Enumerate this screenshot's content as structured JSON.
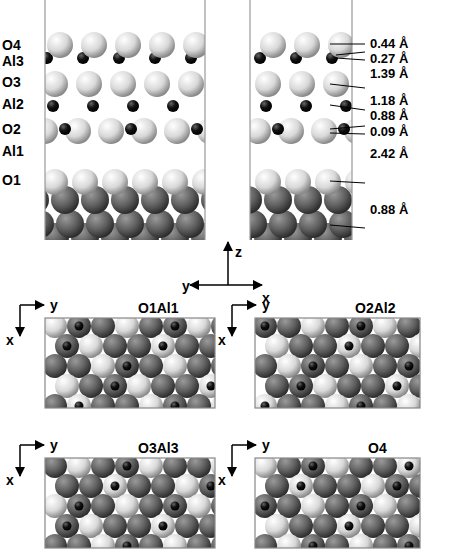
{
  "diagram": {
    "labels": [
      "O4",
      "Al3",
      "O3",
      "Al2",
      "O2",
      "Al1",
      "O1",
      "0.44 Å",
      "0.27 Å",
      "1.39 Å",
      "1.18 Å",
      "0.88 Å",
      "0.09 Å",
      "2.42 Å",
      "0.88 Å",
      "z",
      "y",
      "x",
      "O1Al1",
      "y",
      "x",
      "O2Al2",
      "y",
      "x",
      "O3Al3",
      "y",
      "x",
      "O4",
      "y",
      "x"
    ]
  }
}
